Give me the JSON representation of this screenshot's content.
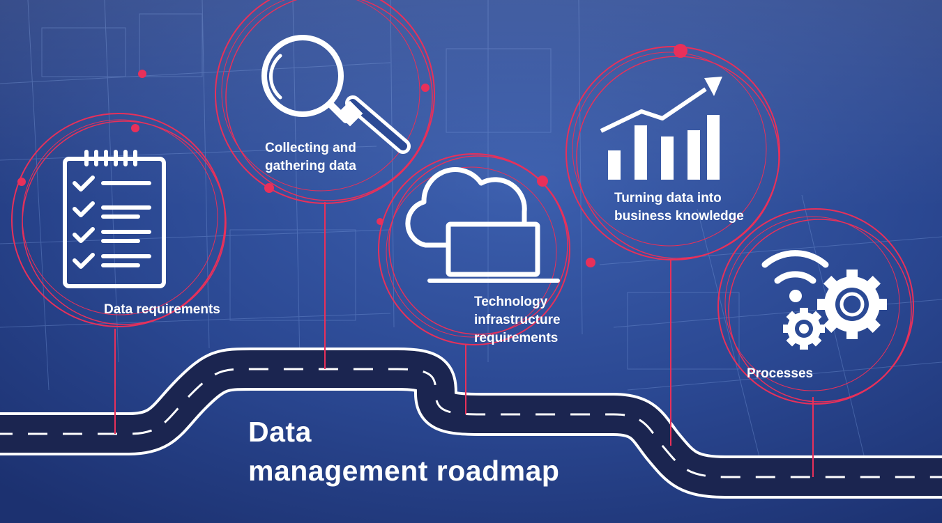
{
  "title": {
    "line1": "Data",
    "line2": "management roadmap"
  },
  "milestones": [
    {
      "id": "data-requirements",
      "icon": "checklist-icon",
      "lines": [
        "Data requirements"
      ]
    },
    {
      "id": "collecting",
      "icon": "magnifier-icon",
      "lines": [
        "Collecting and",
        "gathering data"
      ]
    },
    {
      "id": "technology",
      "icon": "cloud-laptop-icon",
      "lines": [
        "Technology",
        "infrastructure",
        "requirements"
      ]
    },
    {
      "id": "business-knowledge",
      "icon": "bar-chart-growth-icon",
      "lines": [
        "Turning data into",
        "business knowledge"
      ]
    },
    {
      "id": "processes",
      "icon": "wifi-gears-icon",
      "lines": [
        "Processes"
      ]
    }
  ],
  "colors": {
    "background": "#243f86",
    "accent": "#e8305a",
    "road": "#1b2550",
    "road_edge": "#ffffff",
    "text": "#ffffff"
  }
}
